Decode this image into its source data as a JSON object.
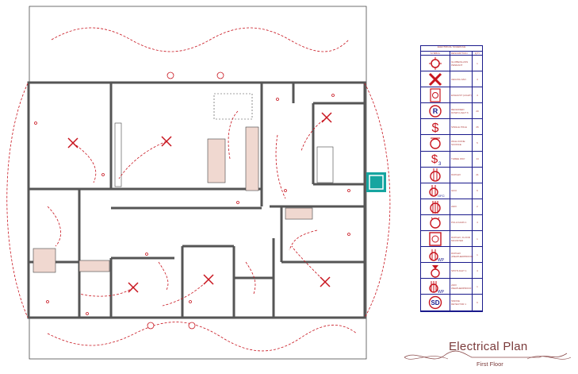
{
  "schedule": {
    "title": "ELECTRICAL SCHEDULE",
    "headers": {
      "symbol": "SYMBOL",
      "description": "DESCRIPTION",
      "qty": "QTY"
    },
    "rows": [
      {
        "icon": "globe-pendant-icon",
        "description": "GLOBE/GLASS PENDANT",
        "qty": "1"
      },
      {
        "icon": "ceiling-fan-icon",
        "description": "CEILING FAN",
        "qty": "4"
      },
      {
        "icon": "exhaust-light-icon",
        "description": "EXHAUST (LIGHT)",
        "qty": "4"
      },
      {
        "icon": "recessed-light-icon",
        "description": "RECESSED DOWN LIGHT 6",
        "qty": "20"
      },
      {
        "icon": "single-pole-switch-icon",
        "description": "SINGLE POLE",
        "qty": "26"
      },
      {
        "icon": "wall-sconce-icon",
        "description": "WALL/CONE SCONCE",
        "qty": "5"
      },
      {
        "icon": "three-way-switch-icon",
        "description": "THREE WAY",
        "qty": "14"
      },
      {
        "icon": "duplex-outlet-icon",
        "description": "DUPLEX",
        "qty": "21"
      },
      {
        "icon": "gfci-outlet-icon",
        "description": "GFCI",
        "qty": "6"
      },
      {
        "icon": "220v-outlet-icon",
        "description": "220V",
        "qty": "2"
      },
      {
        "icon": "pull-chain-icon",
        "description": "PULLCHAIN 1",
        "qty": "4"
      },
      {
        "icon": "floor-outlet-icon",
        "description": "DUPLEX, FLOOR MOUNTED",
        "qty": "1"
      },
      {
        "icon": "weatherproof-duplex-icon",
        "description": "DUPLEX (WEATHERPROOF)",
        "qty": "1"
      },
      {
        "icon": "spotlight-icon",
        "description": "SPOTLIGHT 1",
        "qty": "4"
      },
      {
        "icon": "weatherproof-220v-icon",
        "description": "220V WEATHERPROOF",
        "qty": "1"
      },
      {
        "icon": "smoke-detector-icon",
        "description": "SMOKE DETECTOR 1",
        "qty": "6"
      }
    ]
  },
  "plan": {
    "title": "Electrical Plan",
    "subtitle": "First Floor"
  },
  "colors": {
    "wire": "#c8141e",
    "wall": "#555555",
    "legend": "#1a1a8c",
    "title": "#7a3a3a"
  }
}
